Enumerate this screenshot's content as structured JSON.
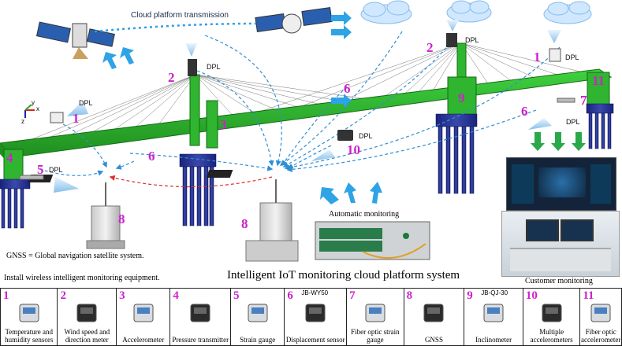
{
  "header": {
    "cloud_transmission": "Cloud platform transmission"
  },
  "labels": {
    "dpl": "DPL",
    "automatic_monitoring": "Automatic monitoring",
    "gnss_note": "GNSS = Global navigation satellite system.",
    "install_note": "Install wireless intelligent monitoring equipment.",
    "platform_title": "Intelligent IoT monitoring cloud platform system",
    "customer_monitoring": "Customer monitoring"
  },
  "markers": {
    "m1_left": "1",
    "m2_left": "2",
    "m3": "3",
    "m4": "4",
    "m5": "5",
    "m6_left": "6",
    "m6_mid": "6",
    "m6_right": "6",
    "m1_right": "1",
    "m2_right": "2",
    "m7": "7",
    "m8_left": "8",
    "m8_center": "8",
    "m9": "9",
    "m10": "10",
    "m11": "11"
  },
  "axes": {
    "x": "x",
    "y": "y",
    "z": "z"
  },
  "legend": [
    {
      "num": "1",
      "code": "",
      "label": "Temperature and humidity sensors",
      "icon": "thermo-hygrometer-icon"
    },
    {
      "num": "2",
      "code": "",
      "label": "Wind speed and direction meter",
      "icon": "anemometer-icon"
    },
    {
      "num": "3",
      "code": "",
      "label": "Accelerometer",
      "icon": "accelerometer-icon"
    },
    {
      "num": "4",
      "code": "",
      "label": "Pressure transmitter",
      "icon": "pressure-transmitter-icon"
    },
    {
      "num": "5",
      "code": "",
      "label": "Strain gauge",
      "icon": "strain-gauge-icon"
    },
    {
      "num": "6",
      "code": "JB-WY50",
      "label": "Displacement sensor",
      "icon": "displacement-sensor-icon"
    },
    {
      "num": "7",
      "code": "",
      "label": "Fiber optic strain gauge",
      "icon": "fiber-strain-gauge-icon"
    },
    {
      "num": "8",
      "code": "",
      "label": "GNSS",
      "icon": "gnss-icon"
    },
    {
      "num": "9",
      "code": "JB-QJ-30",
      "label": "Inclinometer",
      "icon": "inclinometer-icon"
    },
    {
      "num": "10",
      "code": "",
      "label": "Multiple accelerometers",
      "icon": "multi-accelerometer-icon"
    },
    {
      "num": "11",
      "code": "",
      "label": "Fiber optic accelerometer",
      "icon": "fiber-accelerometer-icon"
    }
  ],
  "colors": {
    "girder": "#2fb52f",
    "pier": "#1d2a8a",
    "signal": "#2e8fd6",
    "gnss_link": "#e03030",
    "marker": "#cc22cc"
  }
}
